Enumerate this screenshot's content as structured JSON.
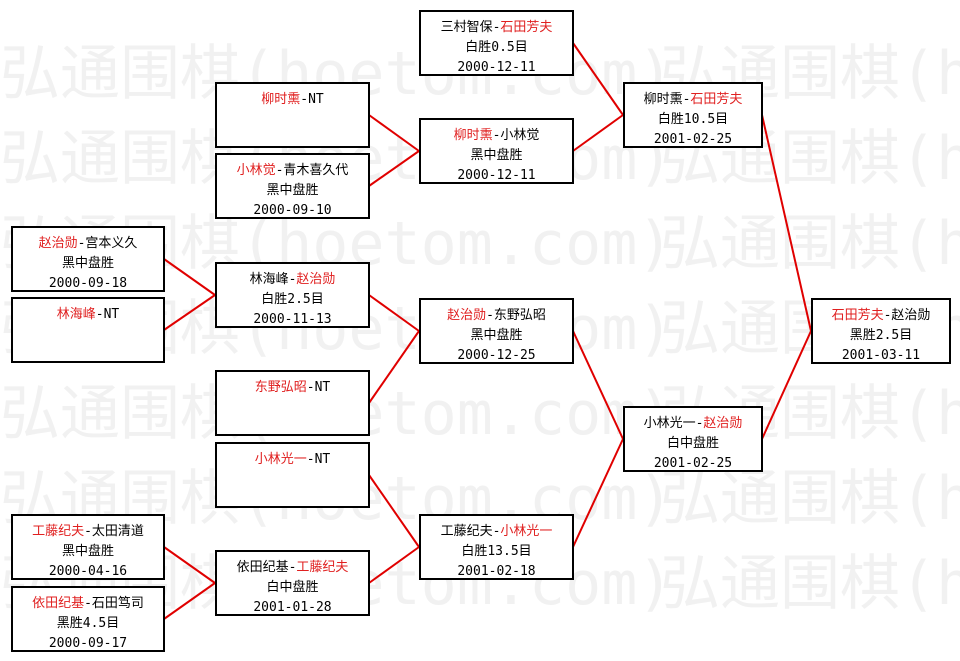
{
  "watermark": "弘通围棋(hoetom.com)",
  "colors": {
    "winner": "#e02020",
    "line": "#e00000",
    "text": "#000000"
  },
  "matches": {
    "m1": {
      "p1": "赵治勋",
      "p2": "宫本义久",
      "winner": 1,
      "result": "黑中盘胜",
      "date": "2000-09-18"
    },
    "m2": {
      "p1": "林海峰",
      "p2": "NT",
      "winner": 1,
      "result": "",
      "date": ""
    },
    "m3": {
      "p1": "工藤纪夫",
      "p2": "太田清道",
      "winner": 1,
      "result": "黑中盘胜",
      "date": "2000-04-16"
    },
    "m4": {
      "p1": "依田纪基",
      "p2": "石田笃司",
      "winner": 1,
      "result": "黑胜4.5目",
      "date": "2000-09-17"
    },
    "m5": {
      "p1": "柳时熏",
      "p2": "NT",
      "winner": 1,
      "result": "",
      "date": ""
    },
    "m6": {
      "p1": "小林觉",
      "p2": "青木喜久代",
      "winner": 1,
      "result": "黑中盘胜",
      "date": "2000-09-10"
    },
    "m7": {
      "p1": "林海峰",
      "p2": "赵治勋",
      "winner": 2,
      "result": "白胜2.5目",
      "date": "2000-11-13"
    },
    "m8": {
      "p1": "东野弘昭",
      "p2": "NT",
      "winner": 1,
      "result": "",
      "date": ""
    },
    "m9": {
      "p1": "小林光一",
      "p2": "NT",
      "winner": 1,
      "result": "",
      "date": ""
    },
    "m10": {
      "p1": "依田纪基",
      "p2": "工藤纪夫",
      "winner": 2,
      "result": "白中盘胜",
      "date": "2001-01-28"
    },
    "m11": {
      "p1": "三村智保",
      "p2": "石田芳夫",
      "winner": 2,
      "result": "白胜0.5目",
      "date": "2000-12-11"
    },
    "m12": {
      "p1": "柳时熏",
      "p2": "小林觉",
      "winner": 1,
      "result": "黑中盘胜",
      "date": "2000-12-11"
    },
    "m13": {
      "p1": "赵治勋",
      "p2": "东野弘昭",
      "winner": 1,
      "result": "黑中盘胜",
      "date": "2000-12-25"
    },
    "m14": {
      "p1": "工藤纪夫",
      "p2": "小林光一",
      "winner": 2,
      "result": "白胜13.5目",
      "date": "2001-02-18"
    },
    "m15": {
      "p1": "柳时熏",
      "p2": "石田芳夫",
      "winner": 2,
      "result": "白胜10.5目",
      "date": "2001-02-25"
    },
    "m16": {
      "p1": "小林光一",
      "p2": "赵治勋",
      "winner": 2,
      "result": "白中盘胜",
      "date": "2001-02-25"
    },
    "m17": {
      "p1": "石田芳夫",
      "p2": "赵治勋",
      "winner": 1,
      "result": "黑胜2.5目",
      "date": "2001-03-11"
    }
  }
}
